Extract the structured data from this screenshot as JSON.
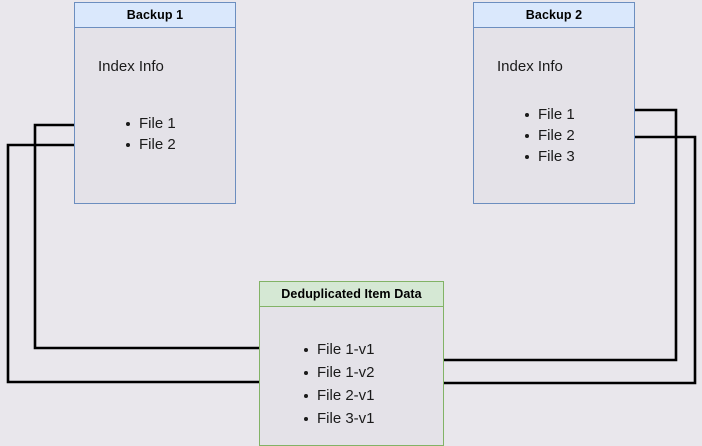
{
  "diagram": {
    "title": "Backup deduplication index diagram",
    "background_color": "#e9e7ec",
    "edge_color": "#000000",
    "nodes": [
      {
        "id": "backup1",
        "header": "Backup 1",
        "section_label": "Index Info",
        "border_color": "#6c8ebf",
        "header_fill": "#dae8fc",
        "body_fill": "#e4e2e8",
        "items": [
          "File 1",
          "File 2"
        ]
      },
      {
        "id": "backup2",
        "header": "Backup 2",
        "section_label": "Index Info",
        "border_color": "#6c8ebf",
        "header_fill": "#dae8fc",
        "body_fill": "#e4e2e8",
        "items": [
          "File 1",
          "File 2",
          "File 3"
        ]
      },
      {
        "id": "dedup",
        "header": "Deduplicated Item Data",
        "section_label": "",
        "border_color": "#82b366",
        "header_fill": "#d5e8d4",
        "body_fill": "#e4e2e8",
        "items": [
          "File 1-v1",
          "File 1-v2",
          "File 2-v1",
          "File 3-v1"
        ]
      }
    ],
    "edges": [
      {
        "id": "edge-backup1-file1-to-file1v1",
        "from": "backup1.File 1",
        "to": "dedup.File 1-v1",
        "direction": "right"
      },
      {
        "id": "edge-backup1-file2-to-file2v1",
        "from": "backup1.File 2",
        "to": "dedup.File 2-v1",
        "direction": "right"
      },
      {
        "id": "edge-backup2-file1-to-file1v2",
        "from": "backup2.File 1",
        "to": "dedup.File 1-v2",
        "direction": "left"
      },
      {
        "id": "edge-backup2-file2-to-file2v1",
        "from": "backup2.File 2",
        "to": "dedup.File 2-v1",
        "direction": "left"
      }
    ]
  }
}
